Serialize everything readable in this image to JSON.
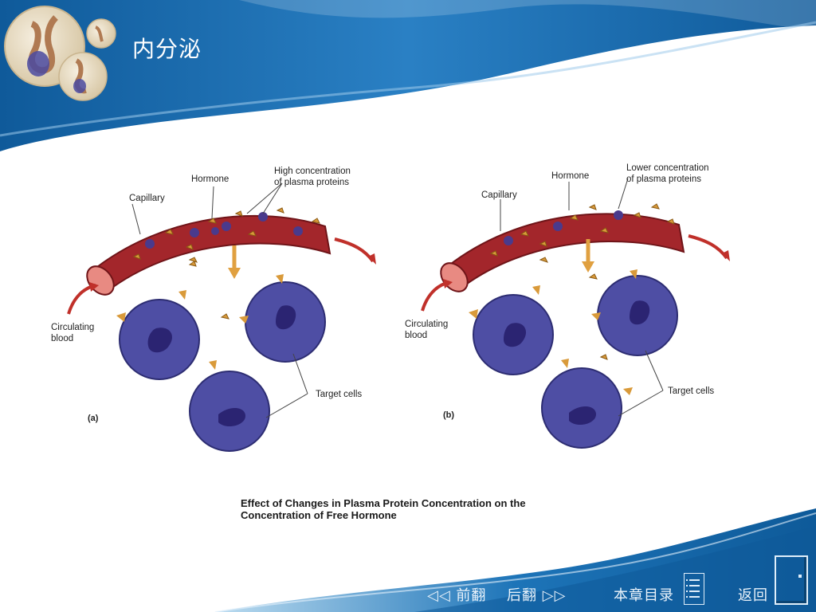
{
  "header": {
    "title": "内分泌"
  },
  "figure": {
    "panel_a": {
      "tag": "(a)",
      "hormone": "Hormone",
      "capillary": "Capillary",
      "protein_line1": "High concentration",
      "protein_line2": "of plasma proteins",
      "blood_line1": "Circulating",
      "blood_line2": "blood",
      "target": "Target cells"
    },
    "panel_b": {
      "tag": "(b)",
      "hormone": "Hormone",
      "capillary": "Capillary",
      "protein_line1": "Lower concentration",
      "protein_line2": "of plasma proteins",
      "blood_line1": "Circulating",
      "blood_line2": "blood",
      "target": "Target cells"
    },
    "caption_line1": "Effect of Changes in Plasma Protein Concentration on the",
    "caption_line2": "Concentration of Free Hormone"
  },
  "nav": {
    "prev": "◁◁ 前翻",
    "next": "后翻 ▷▷",
    "toc": "本章目录",
    "return": "返回"
  },
  "colors": {
    "banner_blue": "#1a6fb5",
    "capillary_red": "#a3262b",
    "cell_purple": "#4a4a9c",
    "hormone_gold": "#d99a3a"
  }
}
